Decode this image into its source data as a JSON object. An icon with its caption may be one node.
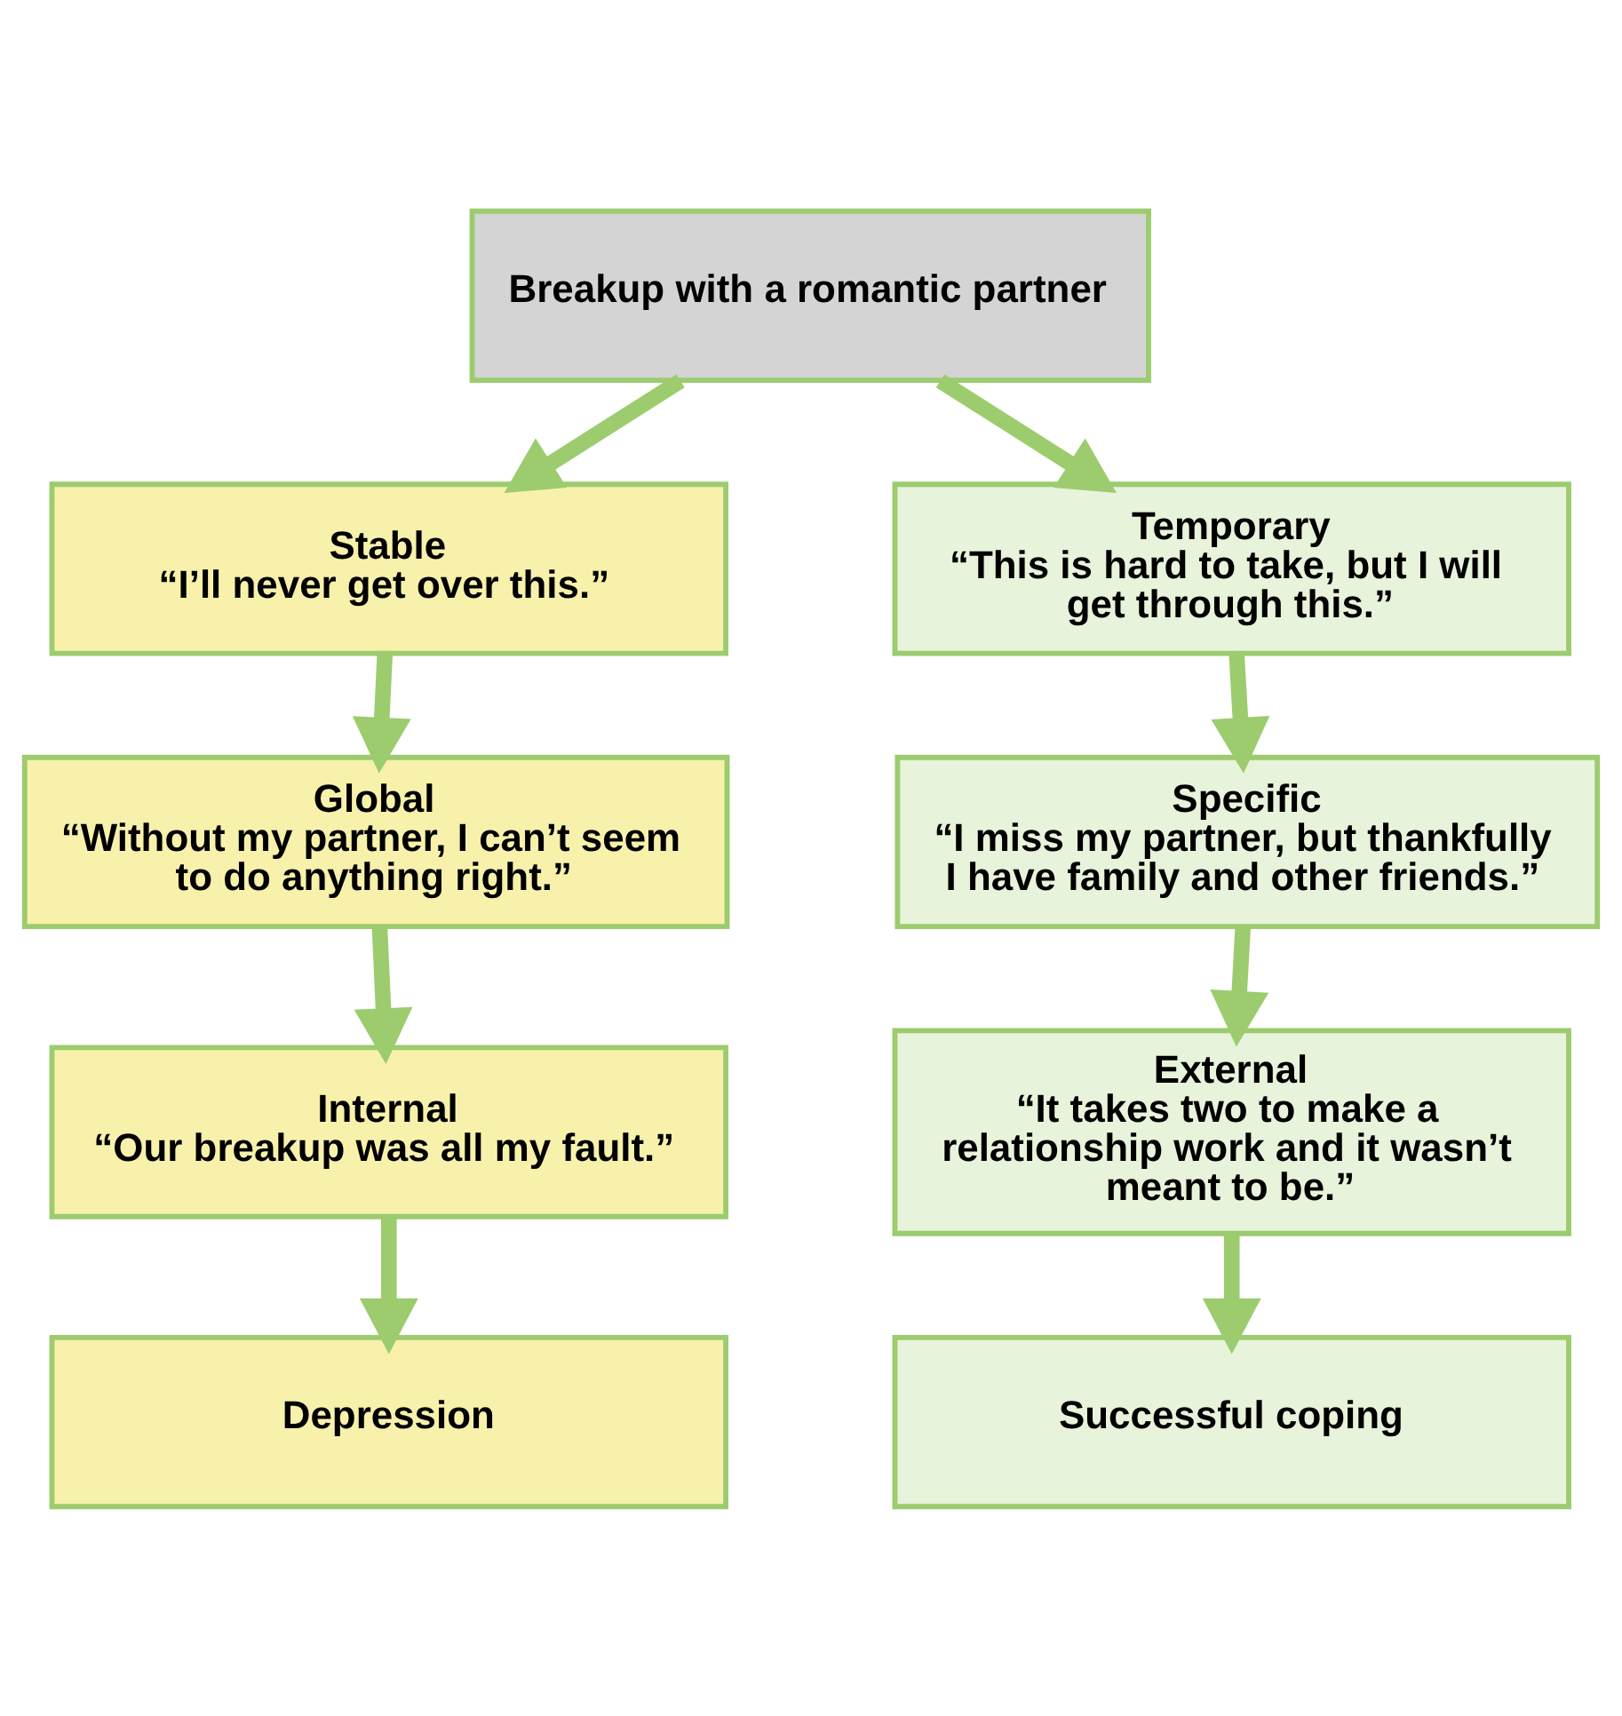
{
  "diagram": {
    "nodes": [
      {
        "text": [
          "Breakup with a romantic partner"
        ]
      },
      {
        "text": [
          "Stable",
          "“I’ll never get over this.”"
        ]
      },
      {
        "text": [
          "Global",
          "“Without my partner, I can’t seem to do anything right.”"
        ]
      },
      {
        "text": [
          "Internal",
          "“Our breakup was all my fault.”"
        ]
      },
      {
        "text": [
          "Depression"
        ]
      },
      {
        "text": [
          "Temporary",
          "“This is hard to take, but I will get through this.”"
        ]
      },
      {
        "text": [
          "Specific",
          "“I miss my partner, but thankfully I have family and other friends.”"
        ]
      },
      {
        "text": [
          "External",
          "“It takes two to make a relationship work and it wasn’t meant to be.”"
        ]
      },
      {
        "text": [
          "Successful coping"
        ]
      }
    ],
    "edges": [
      {
        "from": 0,
        "to": 1,
        "arrow": "to"
      },
      {
        "from": 0,
        "to": 5,
        "arrow": "to"
      },
      {
        "from": 1,
        "to": 2,
        "arrow": "to"
      },
      {
        "from": 2,
        "to": 3,
        "arrow": "to"
      },
      {
        "from": 3,
        "to": 4,
        "arrow": "to"
      },
      {
        "from": 5,
        "to": 6,
        "arrow": "to"
      },
      {
        "from": 6,
        "to": 7,
        "arrow": "to"
      },
      {
        "from": 7,
        "to": 8,
        "arrow": "to"
      }
    ]
  }
}
